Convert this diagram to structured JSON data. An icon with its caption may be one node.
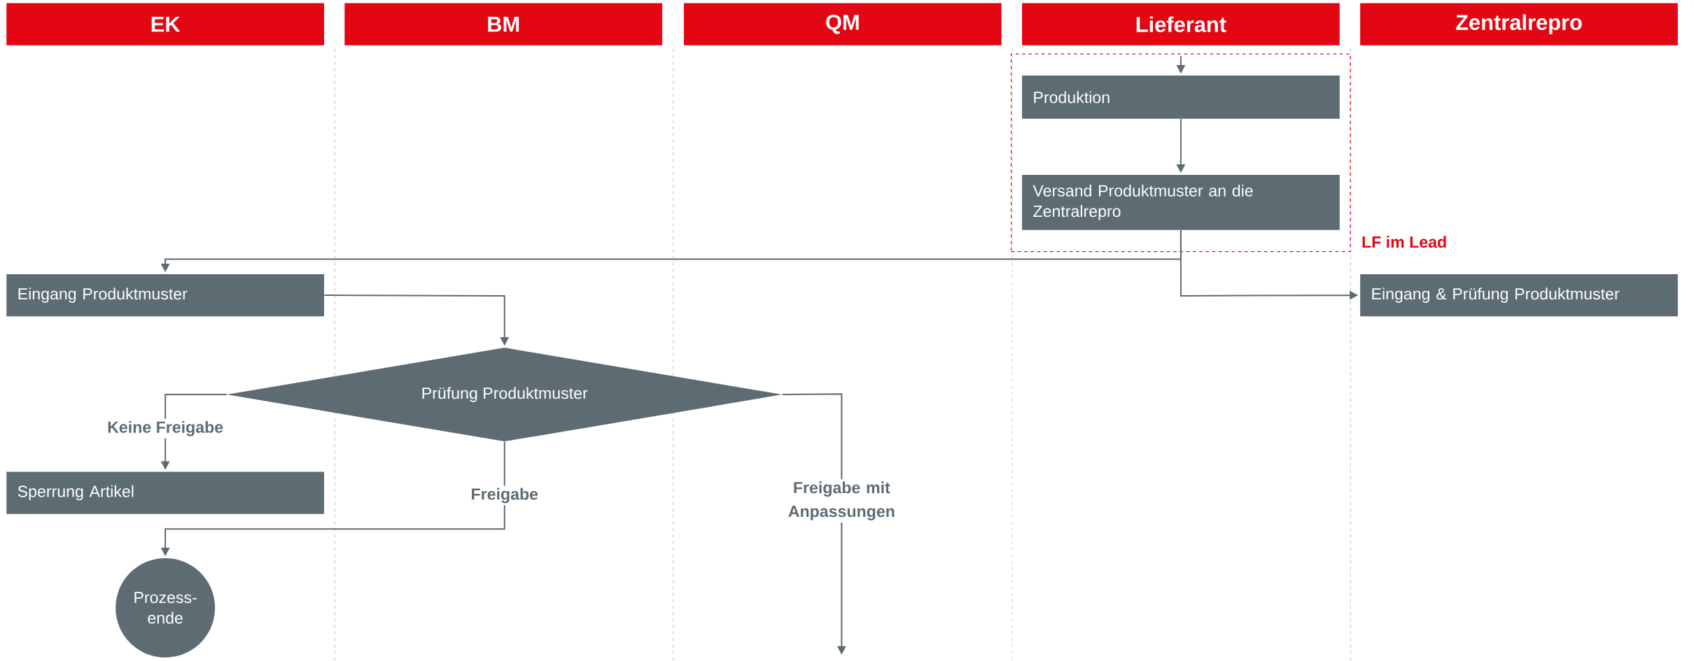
{
  "diagram": {
    "nodes": [
      {
        "text": [
          "EK"
        ]
      },
      {
        "text": [
          "BM"
        ]
      },
      {
        "text": [
          "QM"
        ]
      },
      {
        "text": [
          "Lieferant"
        ]
      },
      {
        "text": [
          "Zentralrepro"
        ]
      },
      {
        "text": [
          "LF im Lead"
        ]
      },
      {
        "text": [
          "Produktion"
        ],
        "in": 5
      },
      {
        "text": [
          "Versand Produktmuster an die Zentralrepro"
        ],
        "in": 5
      },
      {
        "text": [
          "Eingang Produktmuster"
        ]
      },
      {
        "text": [
          "Eingang & Prüfung Produktmuster"
        ]
      },
      {
        "text": [
          "Prüfung Produktmuster"
        ]
      },
      {
        "text": [
          "Sperrung Artikel"
        ]
      },
      {
        "text": [
          "Prozess- ende"
        ]
      }
    ],
    "edges": [
      {
        "from": null,
        "to": 6,
        "arrow": "to"
      },
      {
        "from": 6,
        "to": 7,
        "arrow": "to"
      },
      {
        "from": 7,
        "to": 8,
        "arrow": "to"
      },
      {
        "from": 7,
        "to": 9,
        "arrow": "to"
      },
      {
        "from": 8,
        "to": 10,
        "arrow": "to"
      },
      {
        "from": 10,
        "to": 11,
        "arrow": "to",
        "label": "Keine Freigabe"
      },
      {
        "from": 10,
        "to": 12,
        "arrow": "to",
        "label": "Freigabe"
      },
      {
        "from": 10,
        "to": null,
        "arrow": "to",
        "label": "Freigabe mit Anpassungen"
      }
    ]
  }
}
